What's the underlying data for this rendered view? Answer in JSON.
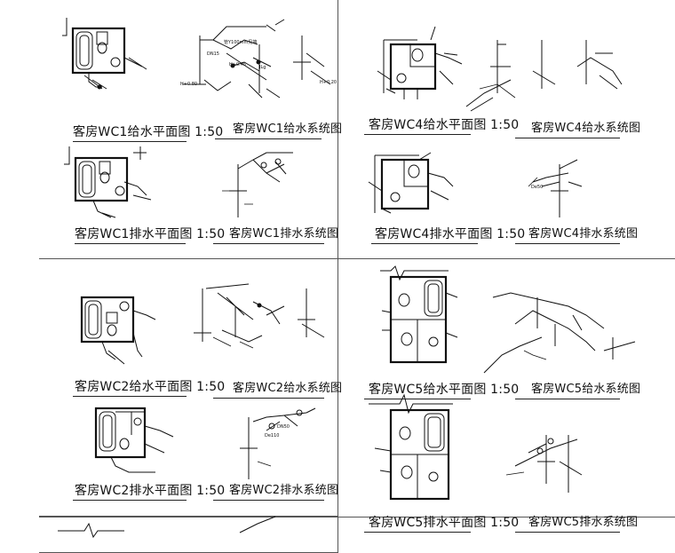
{
  "sheet": {
    "background": "#ffffff",
    "ink": "#111111",
    "labels": {
      "wc1_supply_plan": "客房WC1给水平面图 1:50",
      "wc1_supply_system": "客房WC1给水系统图",
      "wc1_drain_plan": "客房WC1排水平面图 1:50",
      "wc1_drain_system": "客房WC1排水系统图",
      "wc4_supply_plan": "客房WC4给水平面图 1:50",
      "wc4_supply_system": "客房WC4给水系统图",
      "wc4_drain_plan": "客房WC4排水平面图 1:50",
      "wc4_drain_system": "客房WC4排水系统图",
      "wc2_supply_plan": "客房WC2给水平面图 1:50",
      "wc2_supply_system": "客房WC2给水系统图",
      "wc2_drain_plan": "客房WC2排水平面图 1:50",
      "wc2_drain_system": "客房WC2排水系统图",
      "wc5_supply_plan": "客房WC5给水平面图 1:50",
      "wc5_supply_system": "客房WC5给水系统图",
      "wc5_drain_plan": "客房WC5排水平面图 1:50",
      "wc5_drain_system": "客房WC5排水系统图"
    },
    "annotations": {
      "dn15": "DN15",
      "dn50": "DN50",
      "de50": "De50",
      "de110": "De110",
      "h080": "H+0.80",
      "h045": "H+0.45",
      "h020": "H+0.20",
      "jl": "JLg",
      "pipe_note": "管Y100mm见墙"
    }
  }
}
